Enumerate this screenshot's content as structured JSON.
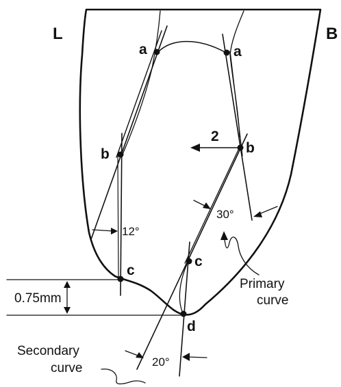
{
  "side_labels": {
    "left": "L",
    "right": "B"
  },
  "points": {
    "a_left": "a",
    "a_right": "a",
    "b_left": "b",
    "b_right": "b",
    "c_left": "c",
    "c_right": "c",
    "d": "d"
  },
  "annotations": {
    "arrow_number": "2",
    "angle_12": "12°",
    "angle_30": "30°",
    "angle_20": "20°",
    "thickness": "0.75mm",
    "primary_curve": [
      "Primary",
      "curve"
    ],
    "secondary_curve": [
      "Secondary",
      "curve"
    ]
  },
  "colors": {
    "ink": "#111111",
    "background": "#ffffff"
  }
}
